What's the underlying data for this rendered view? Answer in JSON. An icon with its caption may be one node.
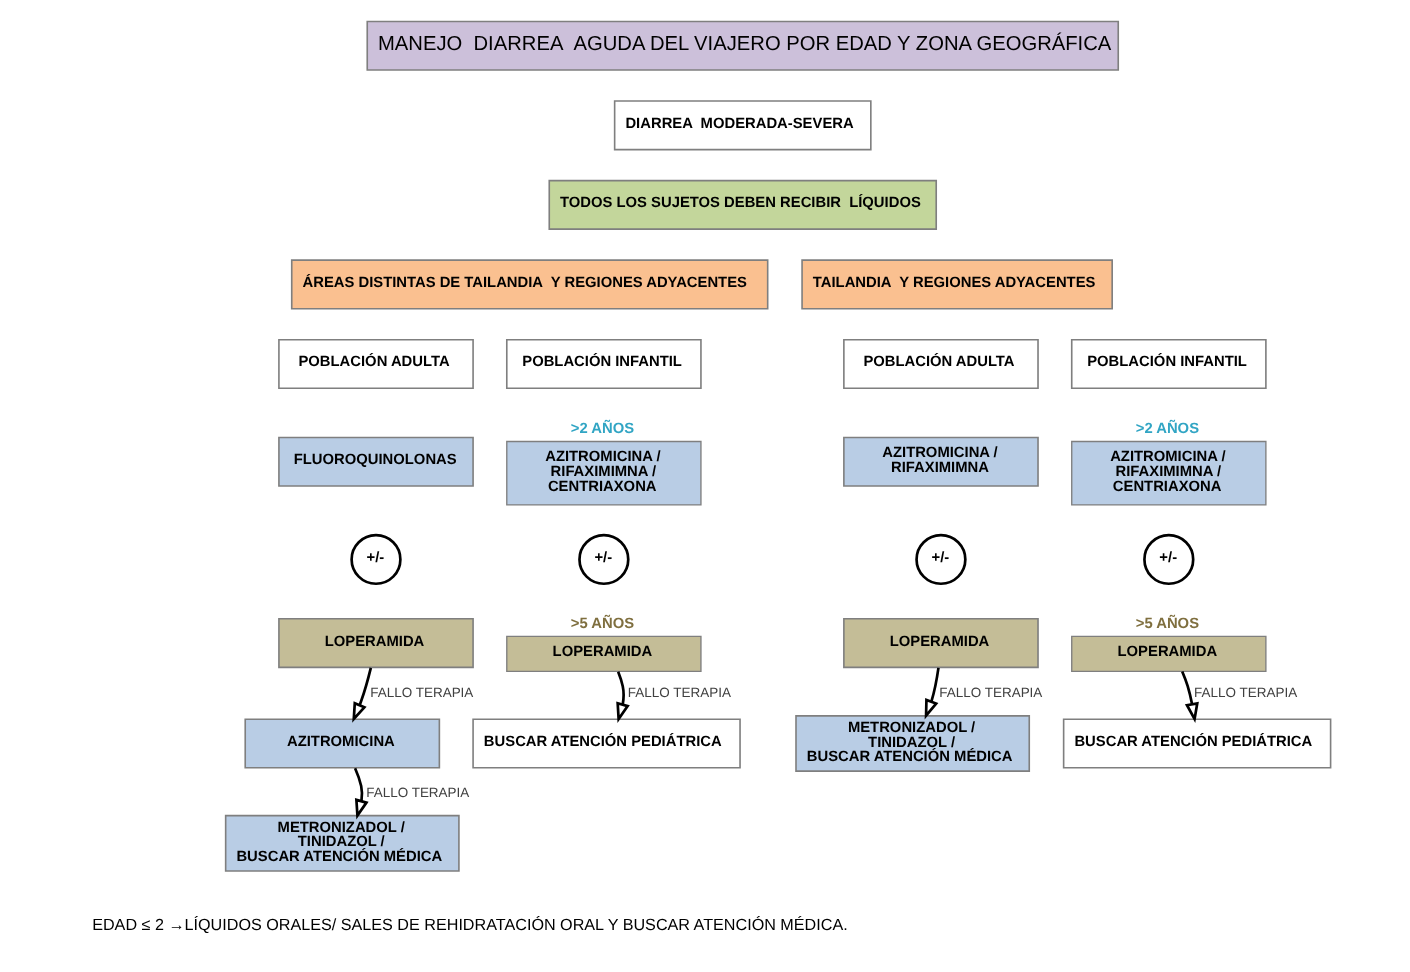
{
  "diagram": {
    "nodes": [
      {
        "text": [
          "MANEJO  DIARREA  AGUDA DEL VIAJERO POR EDAD Y ZONA GEOGRÁFICA"
        ]
      },
      {
        "text": [
          "DIARREA  MODERADA-SEVERA"
        ]
      },
      {
        "text": [
          "TODOS LOS SUJETOS DEBEN RECIBIR  LÍQUIDOS"
        ]
      },
      {
        "text": [
          "ÁREAS DISTINTAS DE TAILANDIA  Y REGIONES ADYACENTES"
        ]
      },
      {
        "text": [
          "TAILANDIA  Y REGIONES ADYACENTES"
        ]
      },
      {
        "text": [
          "POBLACIÓN ADULTA"
        ]
      },
      {
        "text": [
          "POBLACIÓN INFANTIL"
        ]
      },
      {
        "text": [
          "POBLACIÓN ADULTA"
        ]
      },
      {
        "text": [
          "POBLACIÓN INFANTIL"
        ]
      },
      {
        "text": [
          "FLUOROQUINOLONAS"
        ]
      },
      {
        "text": [
          "+/-"
        ]
      },
      {
        "text": [
          "LOPERAMIDA"
        ]
      },
      {
        "text": [
          "AZITROMICINA"
        ]
      },
      {
        "text": [
          "METRONIZADOL /",
          "TINIDAZOL /",
          "BUSCAR ATENCIÓN MÉDICA"
        ]
      },
      {
        "text": [
          "AZITROMICINA /",
          "RIFAXIMIMNA /",
          "CENTRIAXONA"
        ],
        "beside": [
          ">2 AÑOS"
        ]
      },
      {
        "text": [
          "+/-"
        ]
      },
      {
        "text": [
          "LOPERAMIDA"
        ],
        "beside": [
          ">5 AÑOS"
        ]
      },
      {
        "text": [
          "BUSCAR ATENCIÓN PEDIÁTRICA"
        ]
      },
      {
        "text": [
          "AZITROMICINA /",
          "RIFAXIMIMNA"
        ]
      },
      {
        "text": [
          "+/-"
        ]
      },
      {
        "text": [
          "LOPERAMIDA"
        ]
      },
      {
        "text": [
          "METRONIZADOL /",
          "TINIDAZOL /",
          "BUSCAR ATENCIÓN MÉDICA"
        ]
      },
      {
        "text": [
          "AZITROMICINA /",
          "RIFAXIMIMNA /",
          "CENTRIAXONA"
        ],
        "beside": [
          ">2 AÑOS"
        ]
      },
      {
        "text": [
          "+/-"
        ]
      },
      {
        "text": [
          "LOPERAMIDA"
        ],
        "beside": [
          ">5 AÑOS"
        ]
      },
      {
        "text": [
          "BUSCAR ATENCIÓN PEDIÁTRICA"
        ]
      }
    ],
    "edges": [
      {
        "from": 11,
        "to": 12,
        "arrow": "to",
        "label": "FALLO TERAPIA"
      },
      {
        "from": 12,
        "to": 13,
        "arrow": "to",
        "label": "FALLO TERAPIA"
      },
      {
        "from": 16,
        "to": 17,
        "arrow": "to",
        "label": "FALLO TERAPIA"
      },
      {
        "from": 20,
        "to": 21,
        "arrow": "to",
        "label": "FALLO TERAPIA"
      },
      {
        "from": 24,
        "to": 25,
        "arrow": "to",
        "label": "FALLO TERAPIA"
      }
    ],
    "labels": [
      "EDAD ≤ 2 →LÍQUIDOS ORALES/ SALES DE REHIDRATACIÓN ORAL Y BUSCAR ATENCIÓN MÉDICA."
    ]
  }
}
